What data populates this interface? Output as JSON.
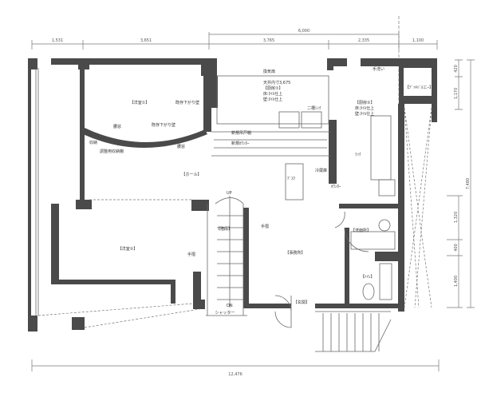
{
  "dimensions": {
    "top": [
      "1,531",
      "3,651",
      "3,765",
      "2,335",
      "1,100"
    ],
    "top_overall": "6,000",
    "right": [
      "420",
      "1,170",
      "1,320",
      "400",
      "1,400"
    ],
    "right_overall": "7,480",
    "bottom_overall": "12,476"
  },
  "rooms": {
    "room_upper_left": "【洋室①】",
    "hall": "【ホール】",
    "room_lower_left": "【洋室②】",
    "stair": "【階段】",
    "room_center": "【事務所】",
    "room_kitchen": "【厨房②】",
    "kitchen_note1": "床:ﾀｲﾙ仕上",
    "kitchen_note2": "壁:ﾀｲﾙ仕上",
    "storage": "【厨房①】",
    "storage_note1": "床:ﾀｲﾙ仕上",
    "storage_note2": "壁:ﾀｲﾙ仕上",
    "ceiling": "天井内寸3,675",
    "balcony": "【ﾃﾞｯｷﾊﾞﾙｺﾆｰ】",
    "washroom": "【洗面所】",
    "toilet": "【ﾄｲﾚ】",
    "entrance": "【玄関】",
    "shutter": "シャッター",
    "up": "UP",
    "dn": "DN",
    "counter": "ｶｳﾝﾀｰ",
    "sink": "二槽ｼﾝｸ",
    "handwash": "手洗い",
    "rack": "ﾗｯｸ",
    "table": "ﾃﾞｽｸ",
    "hood": "換気扇",
    "shelf1": "新規吊戸棚",
    "shelf2": "新規ｶｳﾝﾀｰ",
    "fridge": "冷蔵庫",
    "window1": "腰窓",
    "window2": "腰窓",
    "beam1": "既存下がり壁",
    "beam2": "既存下がり壁",
    "closet": "収納",
    "handrail1": "手摺",
    "handrail2": "手摺",
    "cabinet": "調整用収納棚"
  }
}
